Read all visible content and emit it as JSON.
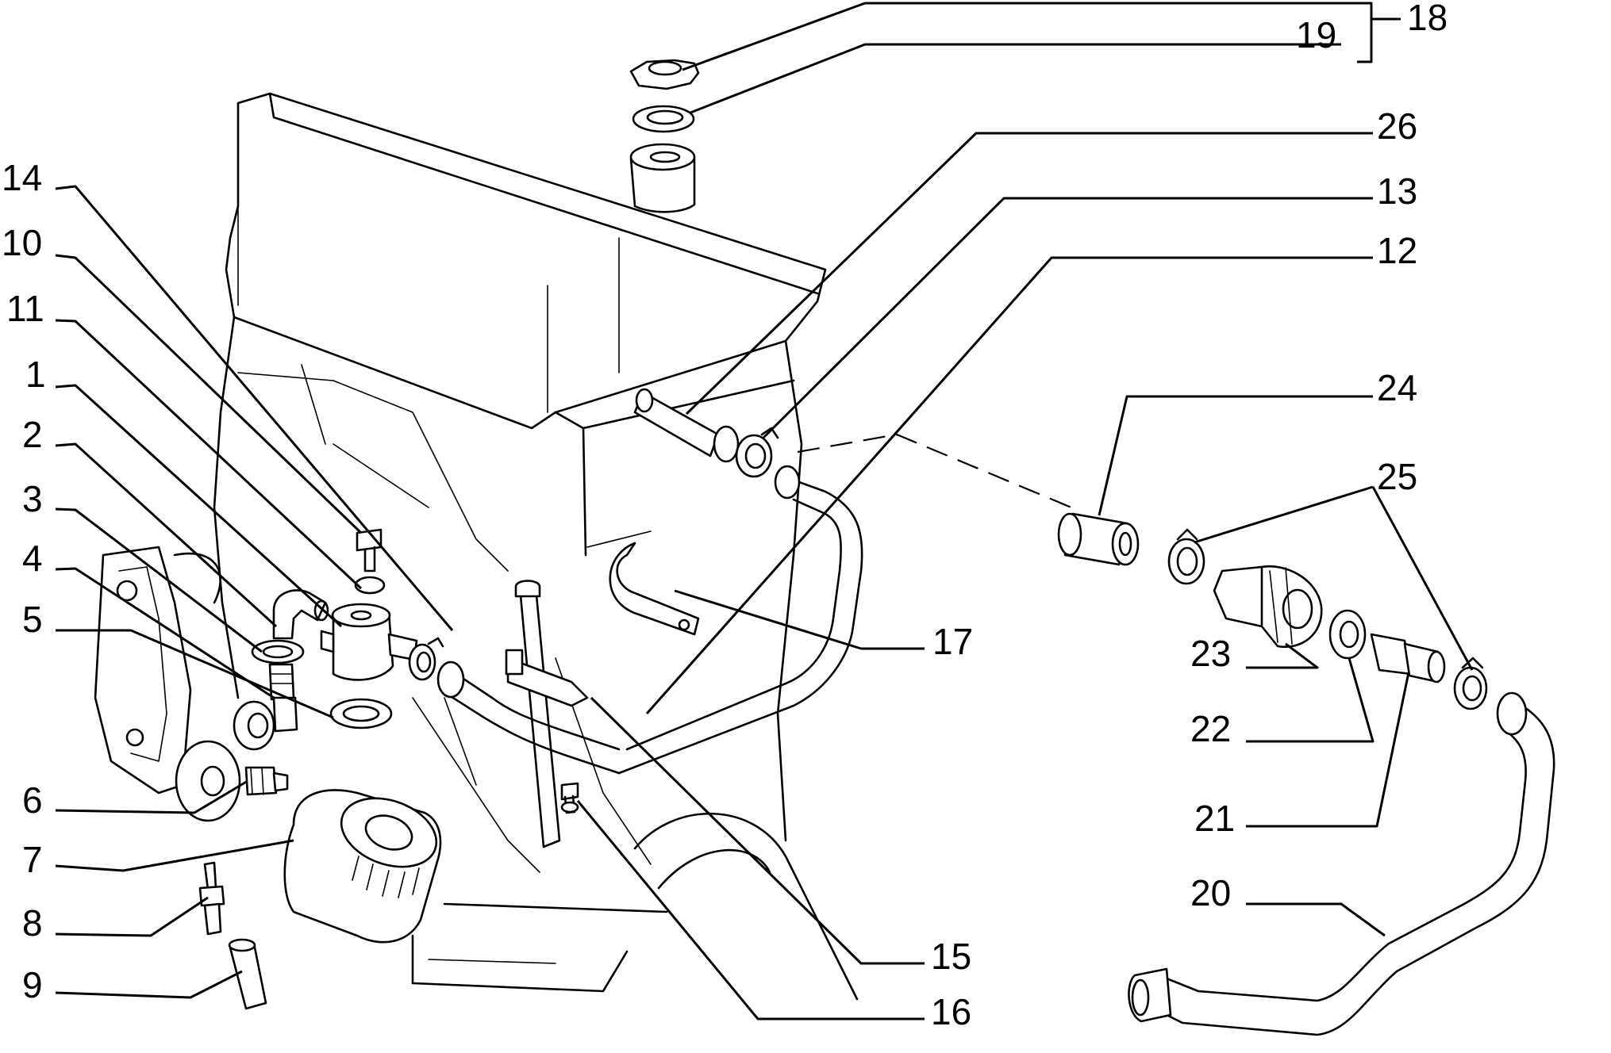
{
  "labels": {
    "p1": "1",
    "p2": "2",
    "p3": "3",
    "p4": "4",
    "p5": "5",
    "p6": "6",
    "p7": "7",
    "p8": "8",
    "p9": "9",
    "p10": "10",
    "p11": "11",
    "p12": "12",
    "p13": "13",
    "p14": "14",
    "p15": "15",
    "p16": "16",
    "p17": "17",
    "p18": "18",
    "p19": "19",
    "p20": "20",
    "p21": "21",
    "p22": "22",
    "p23": "23",
    "p24": "24",
    "p25": "25",
    "p26": "26"
  },
  "colors": {
    "ink": "#000000",
    "paper": "#ffffff"
  }
}
